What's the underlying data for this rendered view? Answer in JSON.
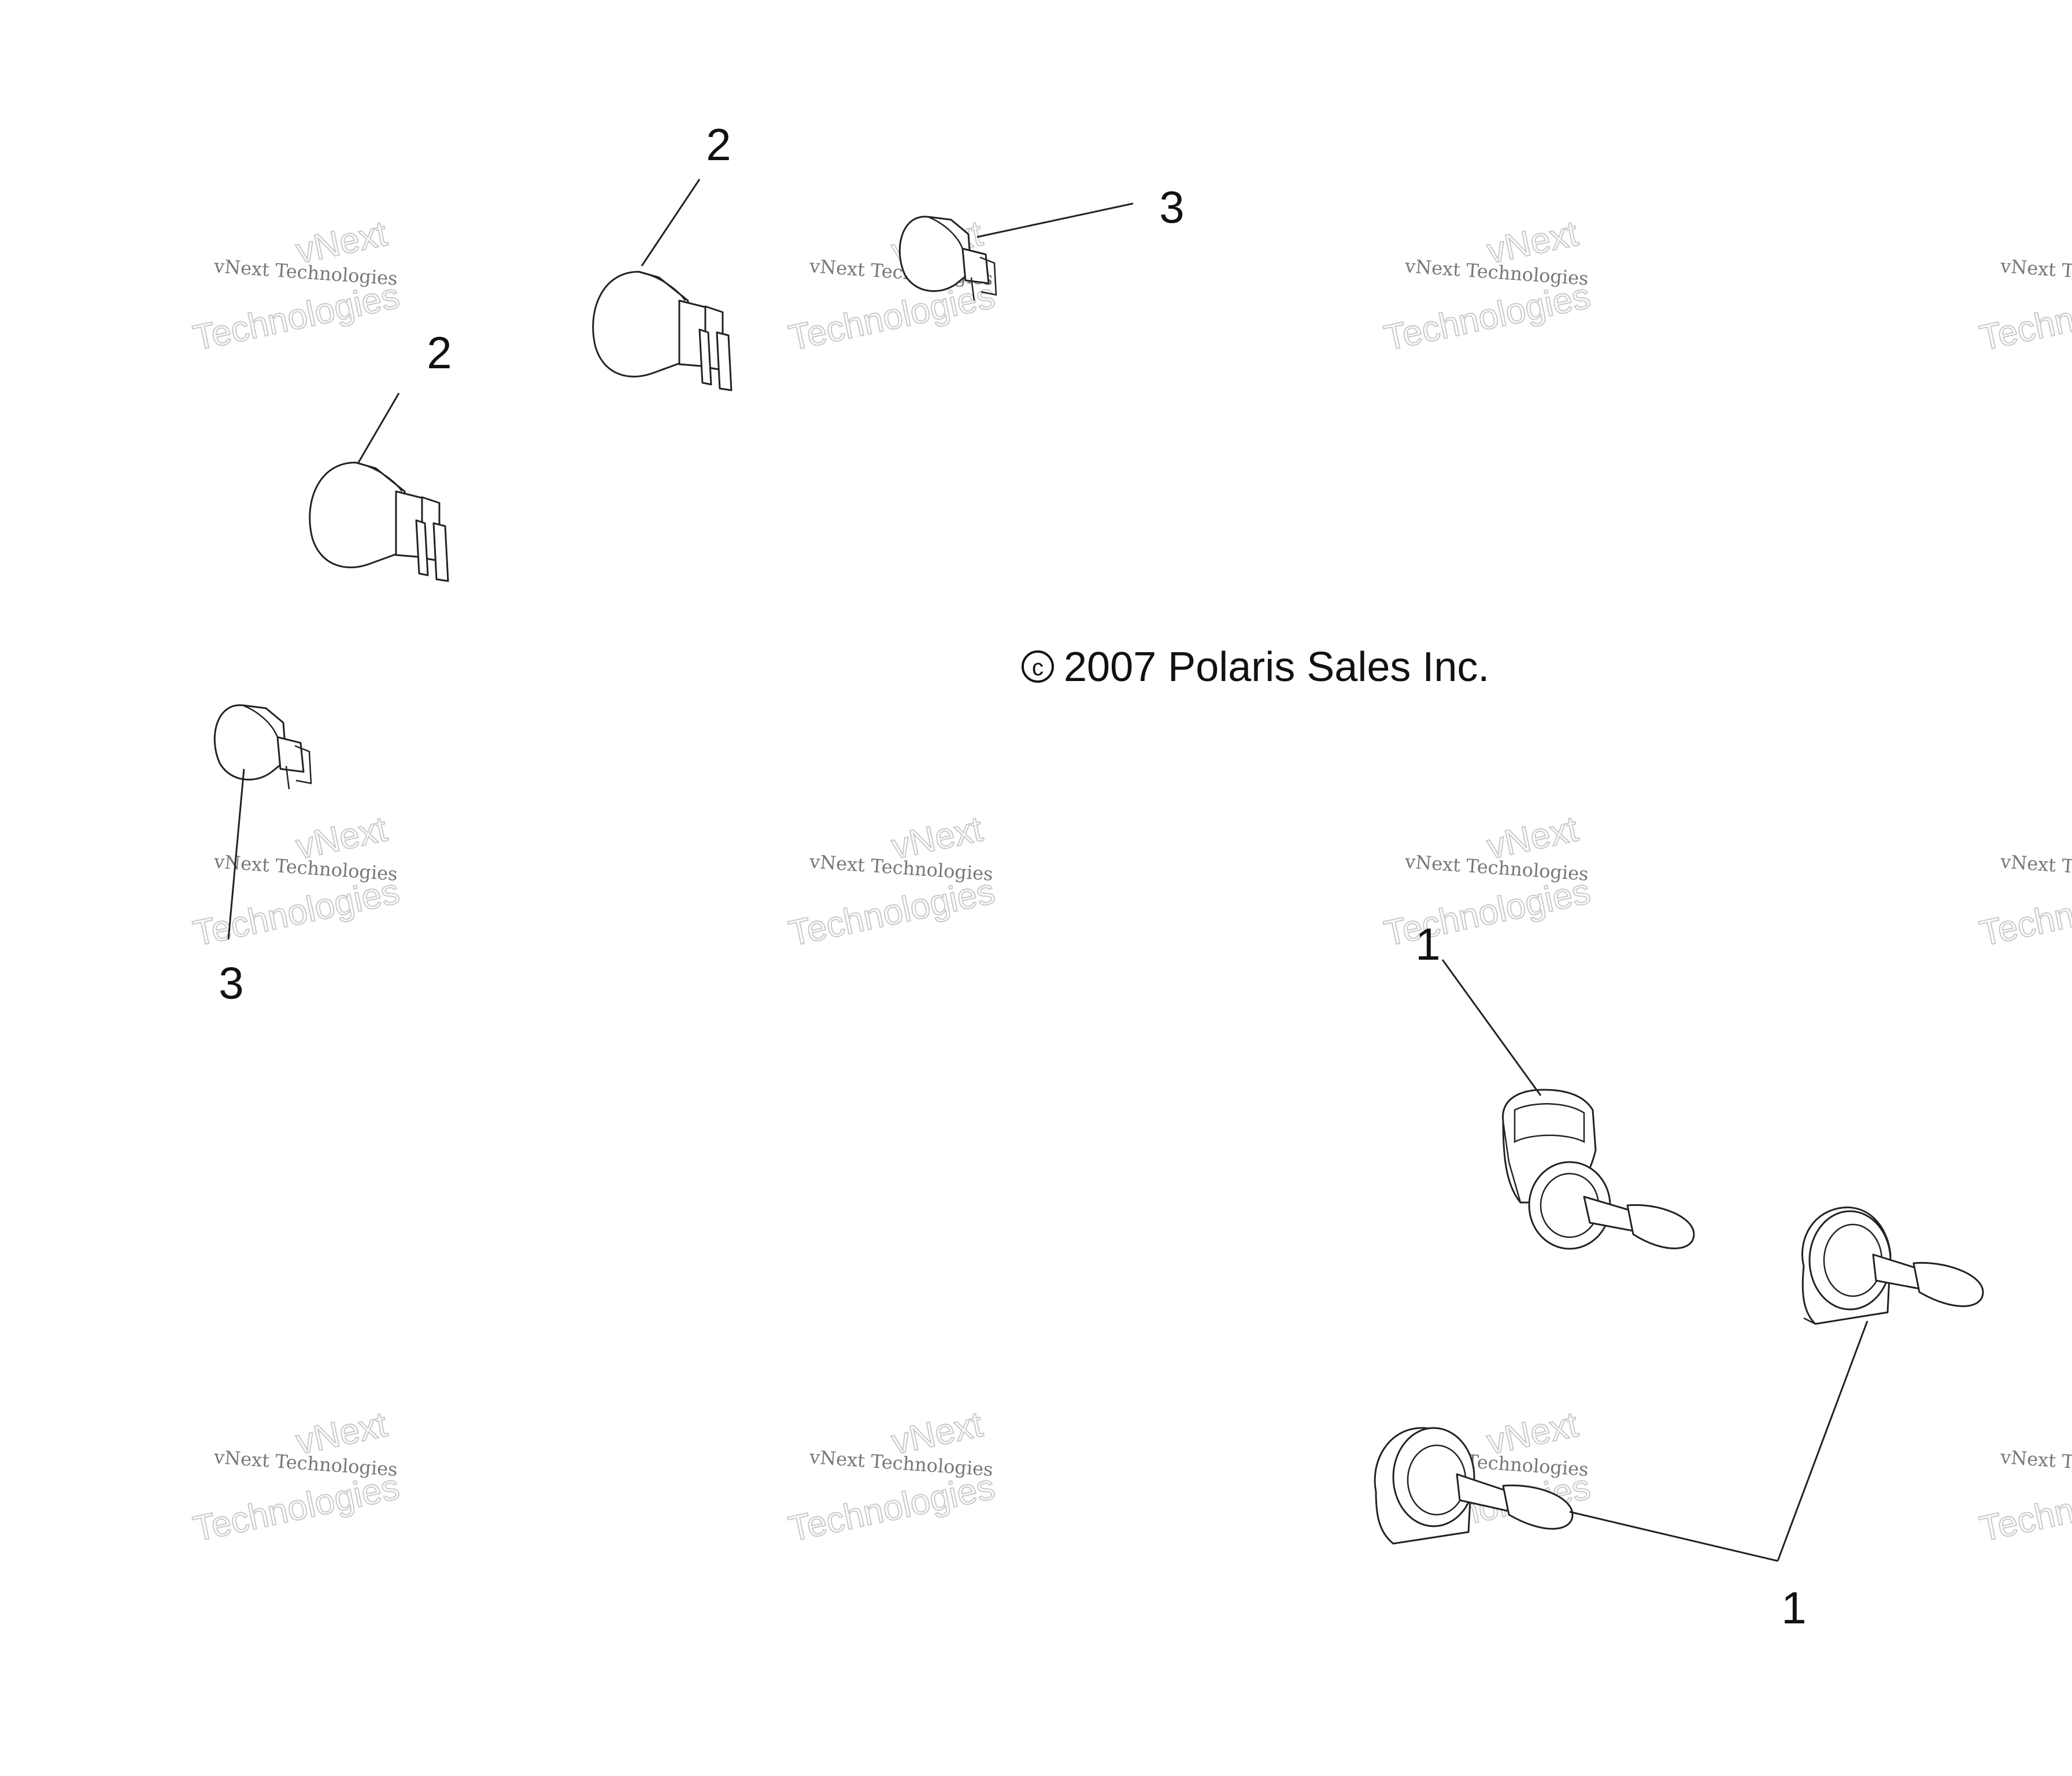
{
  "diagram": {
    "copyright": "© 2007 Polaris Sales Inc.",
    "callouts": [
      {
        "id": "c2-top",
        "label": "2"
      },
      {
        "id": "c3-top",
        "label": "3"
      },
      {
        "id": "c2-left",
        "label": "2"
      },
      {
        "id": "c3-bottom",
        "label": "3"
      },
      {
        "id": "c1-top",
        "label": "1"
      },
      {
        "id": "c1-bottom",
        "label": "1"
      }
    ],
    "watermark": {
      "line1": "vNext Technologies",
      "line2": "vNext",
      "line3": "Technologies"
    }
  }
}
